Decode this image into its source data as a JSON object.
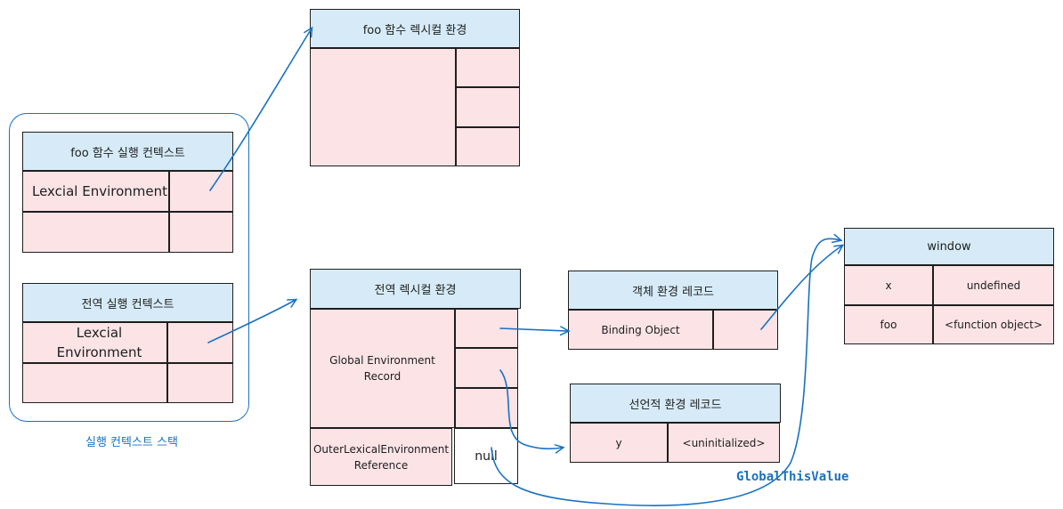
{
  "stack": {
    "caption": "실행 컨텍스트 스택",
    "foo_context": {
      "title": "foo 함수 실행 컨텍스트",
      "lexical_env": "Lexcial Environment"
    },
    "global_context": {
      "title": "전역 실행 컨텍스트",
      "lexical_env": "Lexcial Environment"
    }
  },
  "foo_lexical_env": {
    "title": "foo 함수 렉시컬 환경"
  },
  "global_lexical_env": {
    "title": "전역 렉시컬 환경",
    "record": "Global Environment Record",
    "outer_ref": "OuterLexicalEnvironment Reference",
    "outer_value": "null"
  },
  "object_record": {
    "title": "객체 환경 레코드",
    "binding": "Binding Object"
  },
  "declarative_record": {
    "title": "선언적 환경 레코드",
    "name": "y",
    "value": "<uninitialized>"
  },
  "window": {
    "title": "window",
    "rows": [
      {
        "key": "x",
        "value": "undefined"
      },
      {
        "key": "foo",
        "value": "<function object>"
      }
    ]
  },
  "global_this_label": "GlobalThisValue",
  "colors": {
    "header": "#d6ebf7",
    "cell": "#fbe3e6",
    "stroke": "#1e1e1e",
    "arrow": "#1971c2"
  }
}
